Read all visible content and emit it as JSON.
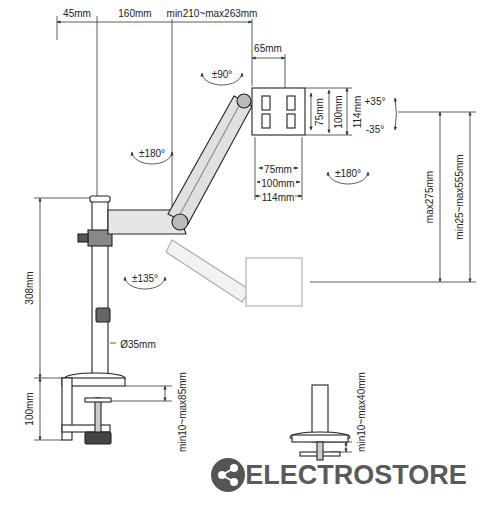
{
  "diagram": {
    "labels": [
      "45mm",
      "160mm",
      "min210~max263mm",
      "65mm",
      "±90°",
      "+35°",
      "-35°",
      "75mm",
      "100mm",
      "114mm",
      "±180°",
      "75mm",
      "100mm",
      "114mm",
      "±180°",
      "max275mm",
      "min25~max555mm",
      "308mm",
      "±135°",
      "Ø35mm",
      "100mm",
      "min10~max85mm",
      "min10~max40mm",
      "ELECTROSTORE"
    ]
  }
}
